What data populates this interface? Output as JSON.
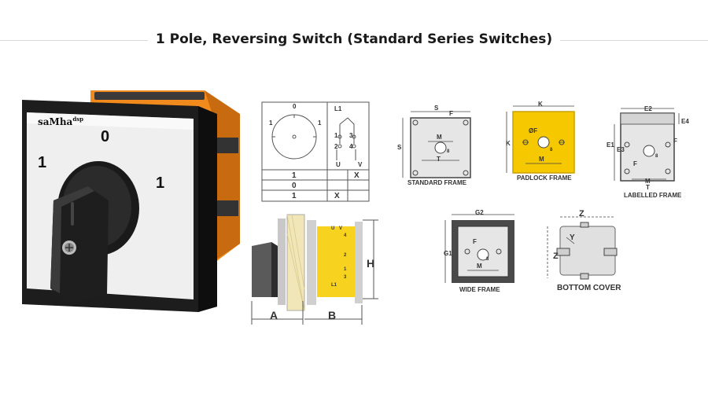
{
  "title": "1 Pole, Reversing Switch (Standard Series Switches)",
  "product": {
    "brand": "saMha",
    "brand_suffix": "dsp",
    "positions": [
      "1",
      "0",
      "1"
    ]
  },
  "diagram": {
    "dial_labels": [
      "0",
      "1",
      "1"
    ],
    "terminal_labels": [
      "L1",
      "1",
      "2",
      "3",
      "4",
      "U",
      "V"
    ],
    "table_rows": [
      {
        "pos": "1",
        "u": "",
        "v": "X"
      },
      {
        "pos": "0",
        "u": "",
        "v": ""
      },
      {
        "pos": "1",
        "u": "X",
        "v": ""
      }
    ]
  },
  "side_view": {
    "dim_a": "A",
    "dim_b": "B",
    "dim_h": "H",
    "terminal_labels": [
      "U",
      "V",
      "4",
      "2",
      "1",
      "3",
      "L1"
    ]
  },
  "frames": {
    "standard": {
      "caption": "STANDARD FRAME",
      "dims": [
        "S",
        "F",
        "S",
        "M",
        "T",
        "8"
      ]
    },
    "padlock": {
      "caption": "PADLOCK FRAME",
      "dims": [
        "K",
        "K",
        "ØF",
        "M",
        "8"
      ]
    },
    "labelled": {
      "caption": "LABELLED FRAME",
      "dims": [
        "E2",
        "E4",
        "E1",
        "E3",
        "F",
        "F",
        "M",
        "T",
        "8"
      ]
    },
    "wide": {
      "caption": "WIDE FRAME",
      "dims": [
        "G2",
        "G1",
        "F",
        "M",
        "8"
      ]
    },
    "bottom": {
      "caption": "BOTTOM COVER",
      "dims": [
        "Z",
        "Y",
        "Z"
      ]
    }
  },
  "colors": {
    "accent_orange": "#f08a1c",
    "padlock_yellow": "#f5c800",
    "terminal_yellow": "#f7d21e"
  }
}
